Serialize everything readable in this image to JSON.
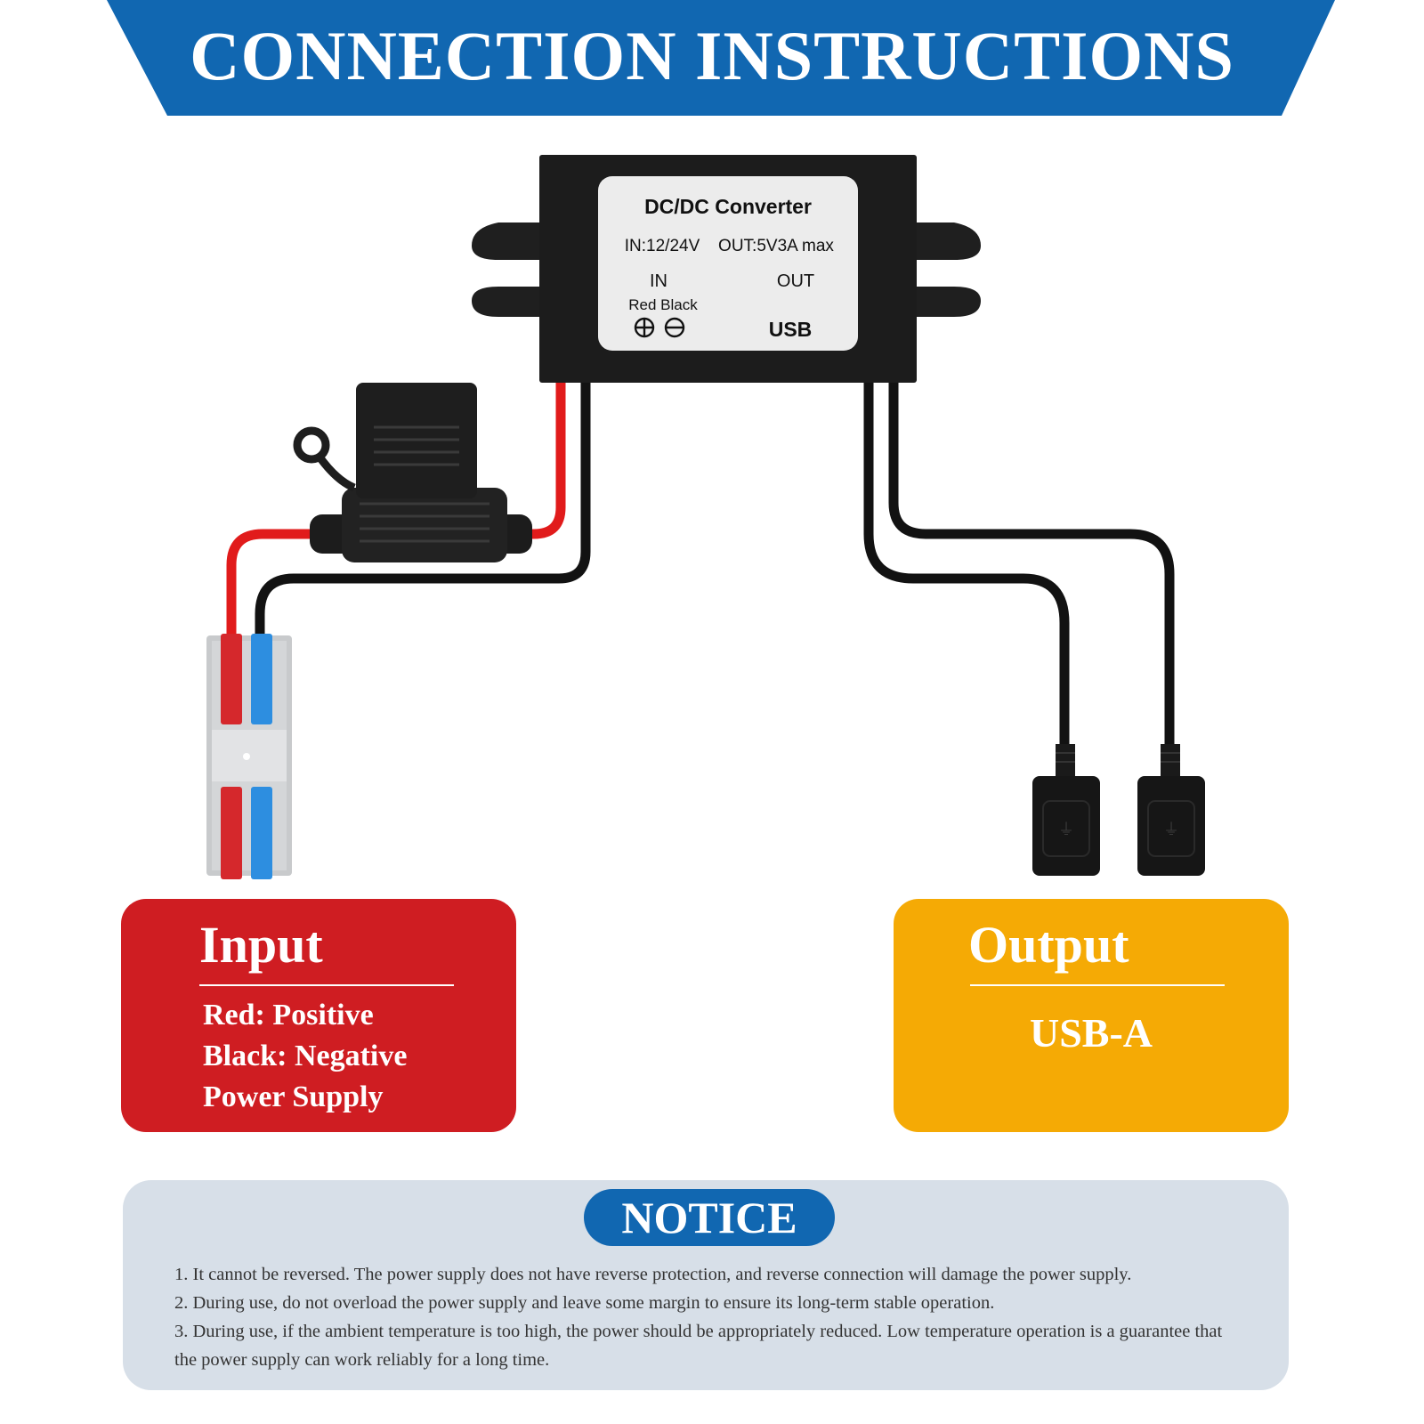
{
  "header": {
    "title": "CONNECTION INSTRUCTIONS"
  },
  "converter": {
    "title": "DC/DC Converter",
    "input_rating": "IN:12/24V",
    "output_rating": "OUT:5V3A max",
    "in_label": "IN",
    "out_label": "OUT",
    "wire_colors": "Red Black",
    "usb_label": "USB"
  },
  "input_card": {
    "title": "Input",
    "lines": [
      "Red: Positive",
      "Black: Negative",
      "Power Supply"
    ]
  },
  "output_card": {
    "title": "Output",
    "value": "USB-A"
  },
  "notice": {
    "title": "NOTICE",
    "items": [
      "1. It cannot be reversed. The power supply does not have reverse protection, and reverse connection will damage the power supply.",
      "2. During use, do not overload the power supply and leave some margin to ensure its long-term stable operation.",
      "3. During use, if the ambient temperature is too high, the power should be appropriately reduced. Low temperature operation is a guarantee that the power supply can work reliably for a long time."
    ]
  },
  "colors": {
    "banner_blue": "#1167b1",
    "input_red": "#cf1d22",
    "output_orange": "#f5aa05",
    "notice_bg": "#d7dfe8",
    "wire_red": "#e11b1b",
    "connector_blue": "#2d8ee0"
  }
}
